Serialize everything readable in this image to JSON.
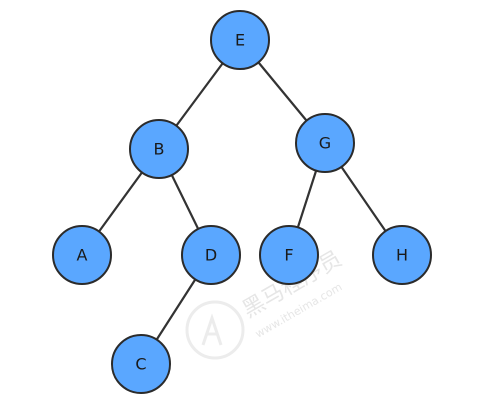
{
  "diagram": {
    "type": "binary-tree",
    "node_fill": "#5aa7ff",
    "node_stroke": "#2b2b2b",
    "edge_color": "#333333",
    "nodes": [
      {
        "id": "E",
        "label": "E"
      },
      {
        "id": "B",
        "label": "B"
      },
      {
        "id": "G",
        "label": "G"
      },
      {
        "id": "A",
        "label": "A"
      },
      {
        "id": "D",
        "label": "D"
      },
      {
        "id": "F",
        "label": "F"
      },
      {
        "id": "H",
        "label": "H"
      },
      {
        "id": "C",
        "label": "C"
      }
    ],
    "edges": [
      {
        "from": "E",
        "to": "B"
      },
      {
        "from": "E",
        "to": "G"
      },
      {
        "from": "B",
        "to": "A"
      },
      {
        "from": "B",
        "to": "D"
      },
      {
        "from": "G",
        "to": "F"
      },
      {
        "from": "G",
        "to": "H"
      },
      {
        "from": "D",
        "to": "C"
      }
    ]
  },
  "watermark": {
    "name": "黑马程序员",
    "url": "www.itheima.com"
  }
}
